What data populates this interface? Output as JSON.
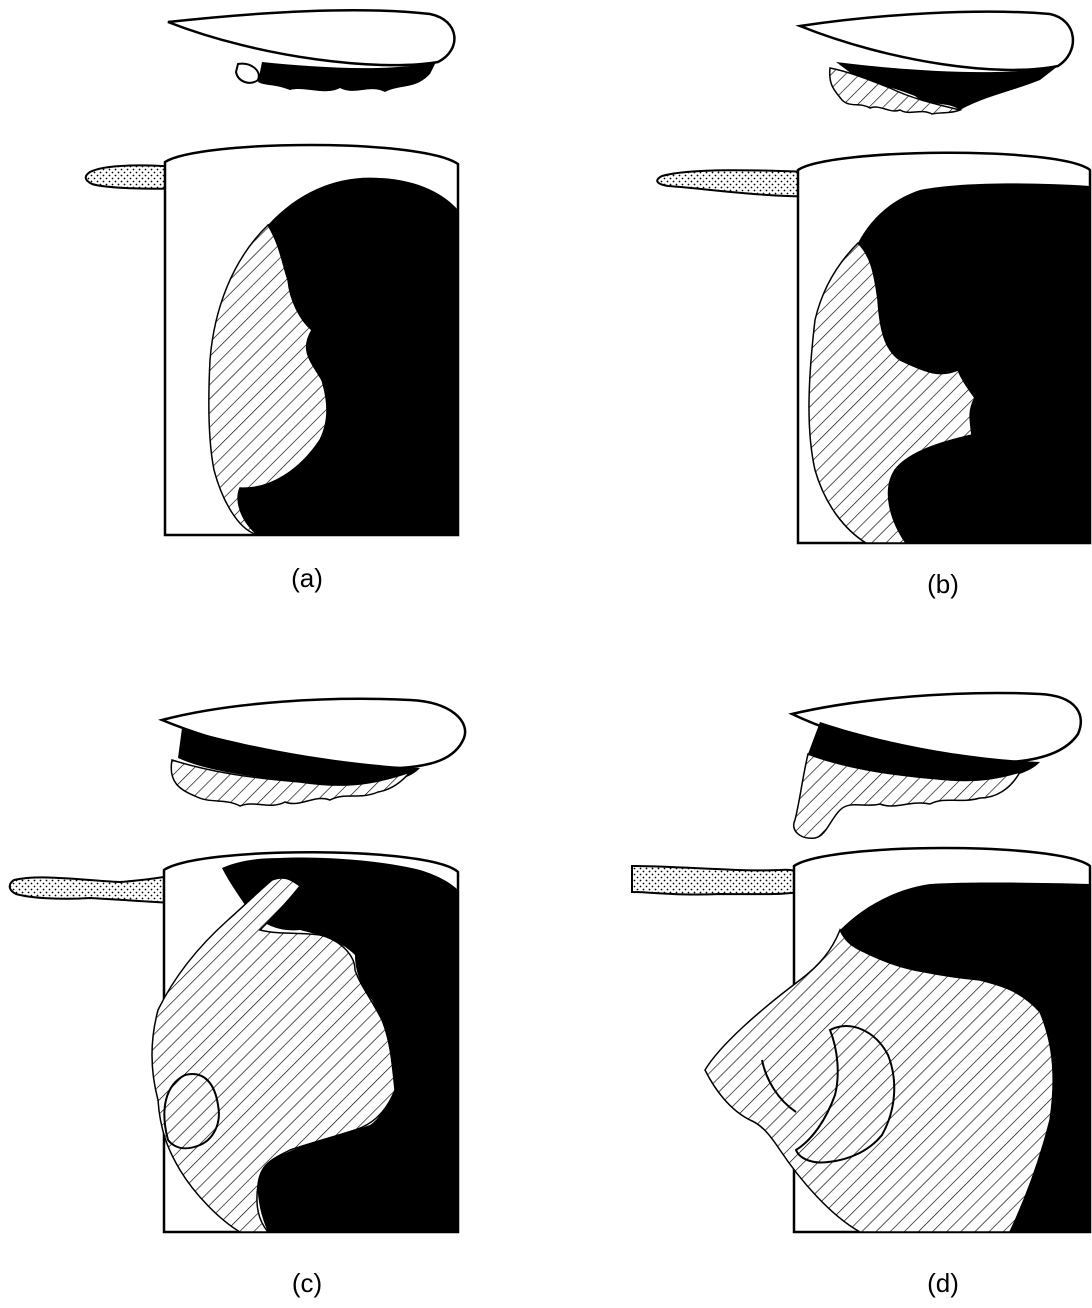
{
  "figure": {
    "panels": [
      {
        "id": "a",
        "label": "(a)"
      },
      {
        "id": "b",
        "label": "(b)"
      },
      {
        "id": "c",
        "label": "(c)"
      },
      {
        "id": "d",
        "label": "(d)"
      }
    ]
  },
  "colors": {
    "ink": "#000000",
    "paper": "#ffffff",
    "hatch": "#000000",
    "stipple": "#000000"
  }
}
